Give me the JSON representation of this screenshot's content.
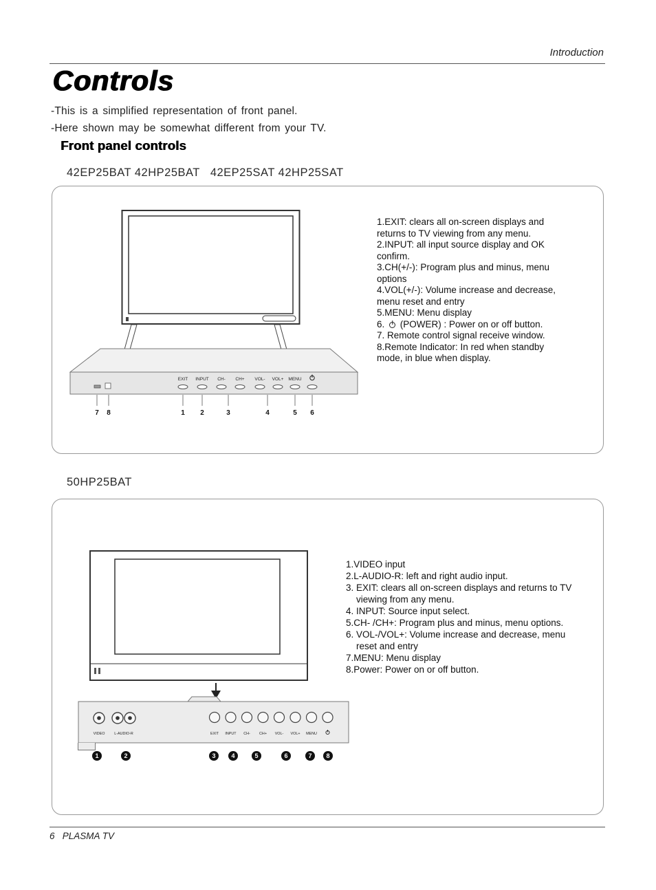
{
  "page": {
    "header_right": "Introduction",
    "title": "Controls",
    "intro_line1": "-This is a simplified representation of front panel.",
    "intro_line2": "-Here shown may be somewhat different from your TV.",
    "section_heading": "Front  panel controls",
    "footer": "6   PLASMA TV"
  },
  "section1": {
    "models": "42EP25BAT 42HP25BAT   42EP25SAT 42HP25SAT",
    "panel": {
      "button_labels": [
        "EXIT",
        "INPUT",
        "CH-",
        "CH+",
        "VOL-",
        "VOL+",
        "MENU"
      ],
      "numbers": [
        "1",
        "2",
        "3",
        "4",
        "5",
        "6"
      ],
      "indicator_numbers": [
        "7",
        "8"
      ]
    },
    "descriptions": [
      "1.EXIT: clears all on-screen displays and returns to TV viewing from any menu.",
      "2.INPUT: all input source display and OK confirm.",
      "3.CH(+/-): Program plus and minus, menu options",
      "4.VOL(+/-): Volume increase and decrease, menu reset and entry",
      "5.MENU: Menu display",
      {
        "pre": "6. ",
        "post": " (POWER) : Power on or off button."
      },
      "7. Remote control signal receive window.",
      "8.Remote Indicator: In red when standby mode, in blue when display."
    ]
  },
  "section2": {
    "model": "50HP25BAT",
    "panel": {
      "connector_labels": [
        "VIDEO",
        "L-AUDIO-R"
      ],
      "button_labels": [
        "EXIT",
        "INPUT",
        "CH-",
        "CH+",
        "VOL-",
        "VOL+",
        "MENU"
      ],
      "numbers": [
        "1",
        "2",
        "3",
        "4",
        "5",
        "6",
        "7",
        "8"
      ]
    },
    "descriptions": [
      "1.VIDEO input",
      "2.L-AUDIO-R: left and right audio input.",
      "3. EXIT: clears all on-screen displays and returns to TV viewing from any menu.",
      "4. INPUT: Source input select.",
      "5.CH- /CH+: Program plus and minus, menu options.",
      "6. VOL-/VOL+: Volume increase and decrease, menu reset and entry",
      "7.MENU: Menu display",
      "8.Power: Power on or off button."
    ]
  }
}
